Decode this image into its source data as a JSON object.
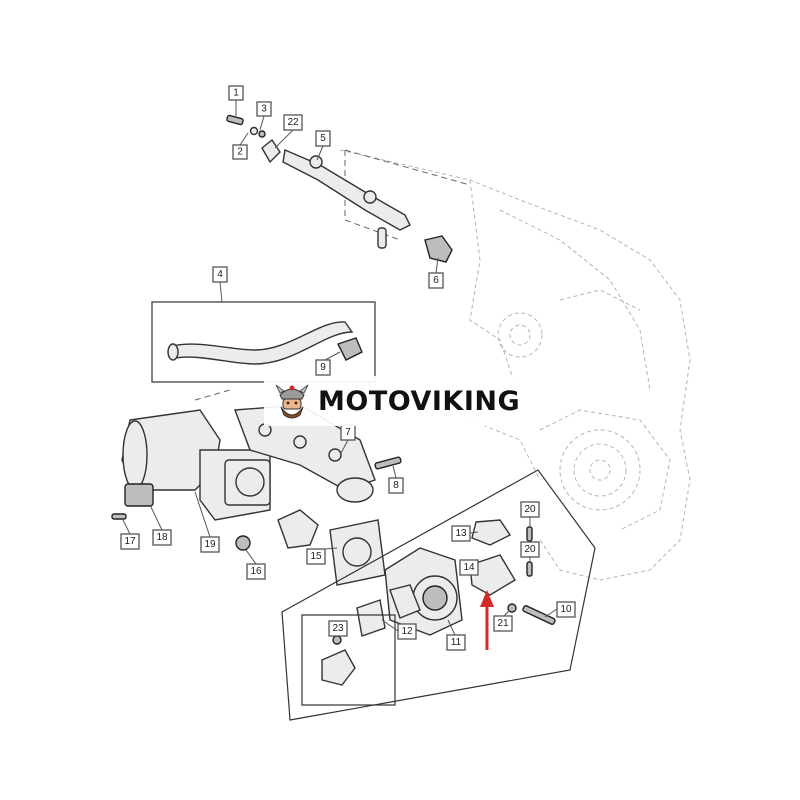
{
  "watermark": {
    "brand": "MOTOVIKING",
    "logo_icon": "viking-head-icon"
  },
  "callouts": [
    "1",
    "2",
    "3",
    "22",
    "5",
    "6",
    "4",
    "9",
    "7",
    "8",
    "17",
    "18",
    "19",
    "16",
    "15",
    "13",
    "20",
    "14",
    "20",
    "10",
    "21",
    "11",
    "12",
    "23"
  ],
  "colors": {
    "arrow": "#d62828",
    "line": "#333333",
    "engine_outline": "#b5b5b5"
  }
}
